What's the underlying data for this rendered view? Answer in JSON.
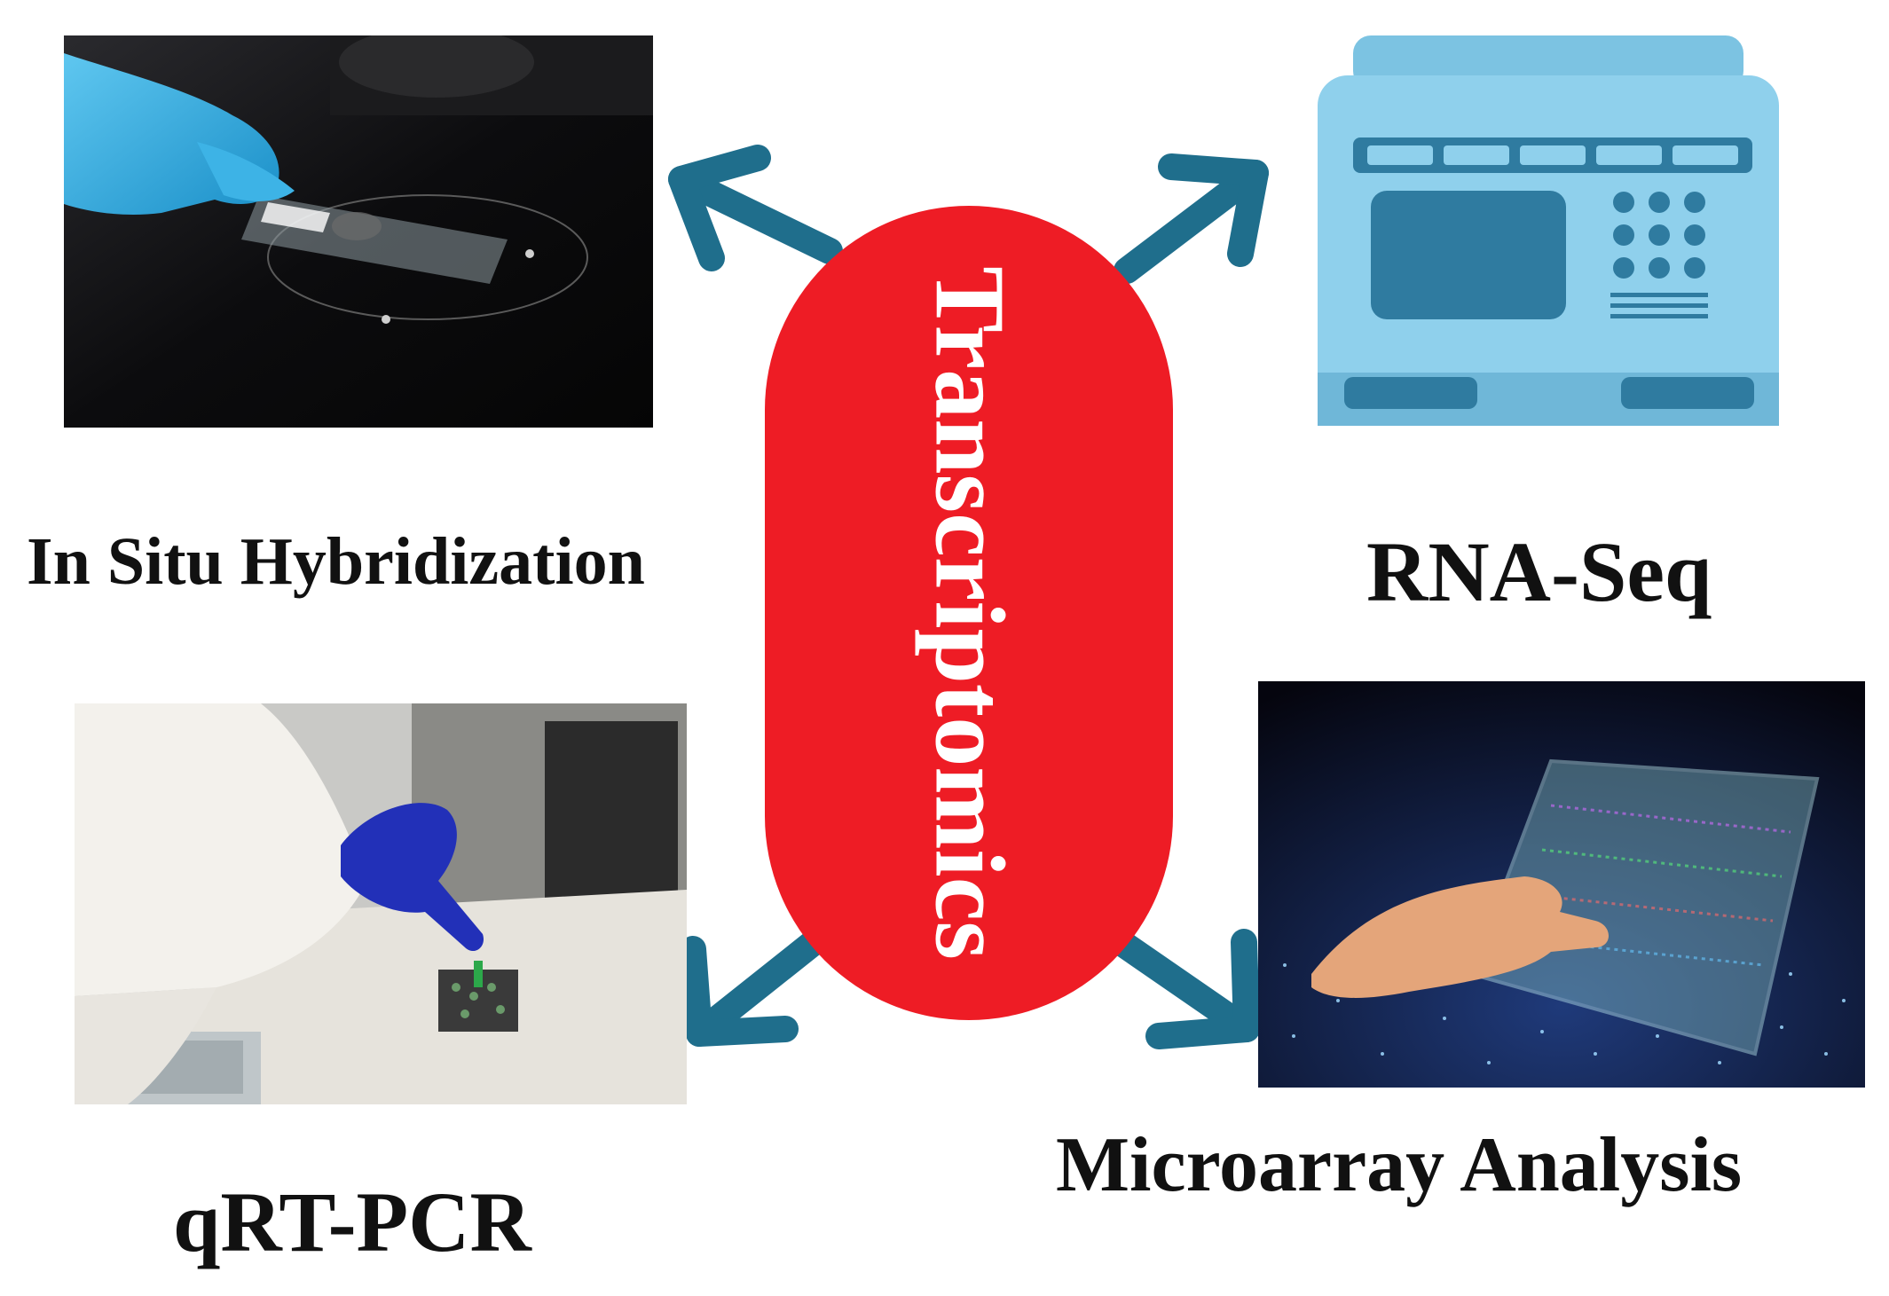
{
  "center": {
    "title": "Transcriptomics",
    "color": "#ee1c25"
  },
  "arrow_color": "#1f6e8c",
  "methods": [
    {
      "id": "ish",
      "label": "In Situ Hybridization",
      "image": "gloved-hand-placing-slide-on-microscope-stage"
    },
    {
      "id": "rnaseq",
      "label": "RNA-Seq",
      "image": "sequencer-machine-icon"
    },
    {
      "id": "qrtpcr",
      "label": "qRT-PCR",
      "image": "gloved-hand-loading-tube-into-pcr-machine"
    },
    {
      "id": "microarray",
      "label": "Microarray Analysis",
      "image": "hand-holding-microarray-glass-slide"
    }
  ]
}
